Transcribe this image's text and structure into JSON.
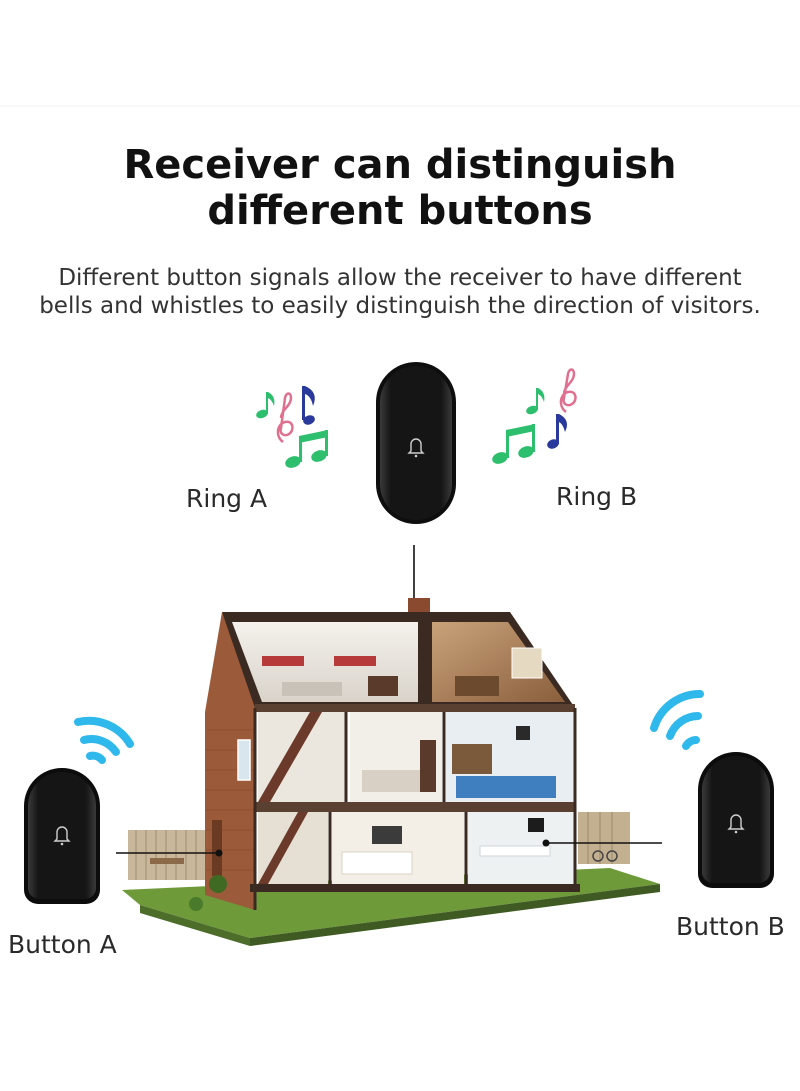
{
  "header": {
    "title_line1": "Receiver can distinguish",
    "title_line2": "different buttons",
    "subtitle_line1": "Different button signals allow the receiver to have different",
    "subtitle_line2": "bells and whistles to easily distinguish the direction of visitors."
  },
  "labels": {
    "ring_a": "Ring A",
    "ring_b": "Ring B",
    "button_a": "Button A",
    "button_b": "Button B"
  },
  "icons": {
    "receiver": "bell-icon",
    "button_a": "bell-icon",
    "button_b": "bell-icon",
    "signal": "wifi-signal-icon",
    "notes": "music-notes-icon"
  },
  "colors": {
    "device_body": "#141414",
    "signal_blue": "#2eb8ec",
    "note_green": "#2dbf6e",
    "note_pink": "#e0708f",
    "note_navy": "#2a3a9c"
  }
}
